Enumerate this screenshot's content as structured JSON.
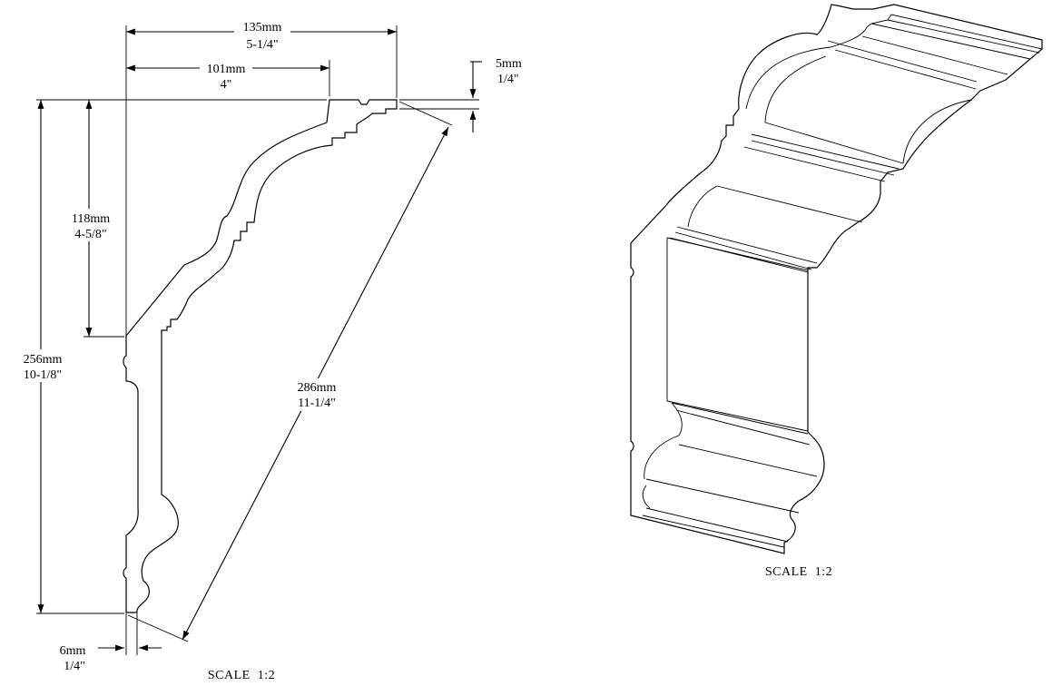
{
  "dimensions": {
    "projection_total": {
      "mm": "135mm",
      "inch": "5-1/4\""
    },
    "projection_top": {
      "mm": "101mm",
      "inch": "4\""
    },
    "top_step": {
      "mm": "5mm",
      "inch": "1/4\""
    },
    "height_upper": {
      "mm": "118mm",
      "inch": "4-5/8\""
    },
    "height_total": {
      "mm": "256mm",
      "inch": "10-1/8\""
    },
    "diagonal": {
      "mm": "286mm",
      "inch": "11-1/4\""
    },
    "bottom_step": {
      "mm": "6mm",
      "inch": "1/4\""
    }
  },
  "profile_view": {
    "scale_label": "SCALE  1:2"
  },
  "iso_view": {
    "scale_label": "SCALE  1:2"
  }
}
